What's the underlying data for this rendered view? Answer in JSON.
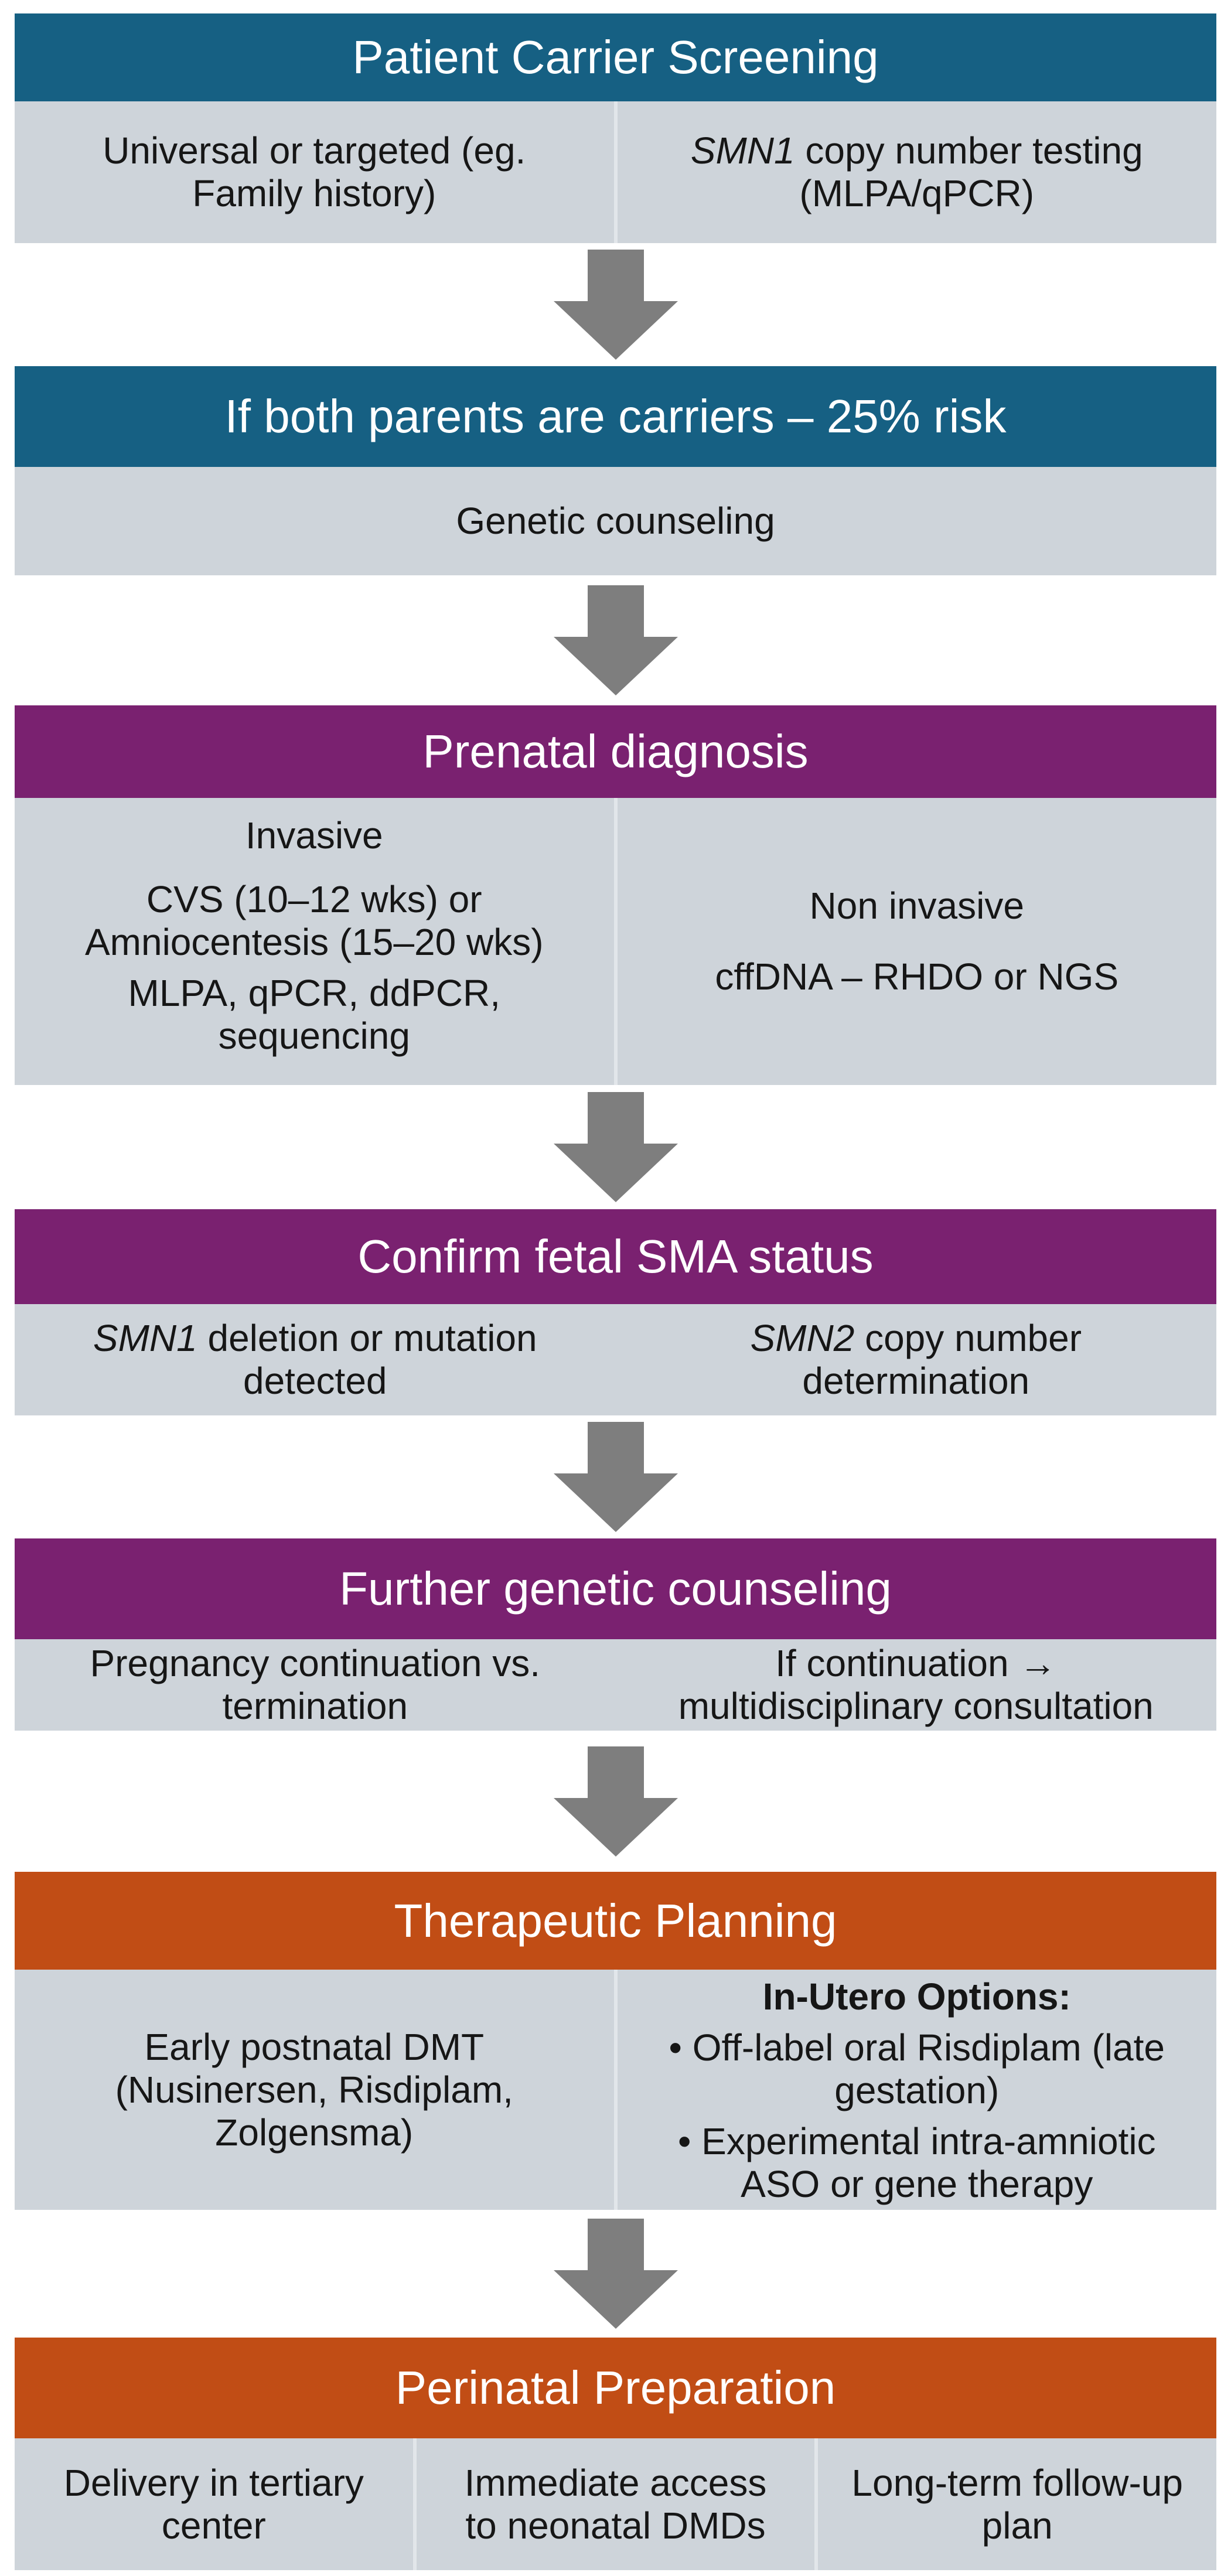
{
  "colors": {
    "teal_header": "#166083",
    "purple_header": "#7A2170",
    "orange_header": "#C14D15",
    "body_cell_bg": "#CED4DA",
    "arrow_gray": "#7E7E7E",
    "header_text": "#FFFFFF",
    "body_text": "#161616",
    "column_divider": "#E2E6EA",
    "page_bg": "#FFFFFF"
  },
  "stages": [
    {
      "name": "patient-carrier-screening",
      "title": "Patient Carrier Screening",
      "left_l1": "Universal or targeted (eg.",
      "left_l2": "Family history)",
      "right_gene": "SMN1",
      "right_l1": " copy number testing",
      "right_l2": "(MLPA/qPCR)"
    },
    {
      "name": "carrier-risk",
      "title": "If both parents are carriers – 25% risk",
      "body": "Genetic counseling"
    },
    {
      "name": "prenatal-diagnosis",
      "title": "Prenatal diagnosis",
      "left_p1": "Invasive",
      "left_p2_l1": "CVS (10–12 wks) or",
      "left_p2_l2": "Amniocentesis (15–20 wks)",
      "left_p3_l1": "MLPA, qPCR, ddPCR,",
      "left_p3_l2": "sequencing",
      "right_p1": "Non invasive",
      "right_p2": "cffDNA – RHDO or NGS"
    },
    {
      "name": "confirm-fetal-sma-status",
      "title": "Confirm fetal SMA status",
      "left_gene": "SMN1",
      "left_l1": " deletion or mutation",
      "left_l2": "detected",
      "right_gene": "SMN2",
      "right_l1": " copy number",
      "right_l2": "determination"
    },
    {
      "name": "further-genetic-counseling",
      "title": "Further genetic counseling",
      "left_l1": "Pregnancy continuation vs.",
      "left_l2": "termination",
      "right_l1": "If continuation →",
      "right_l2": "multidisciplinary consultation"
    },
    {
      "name": "therapeutic-planning",
      "title": "Therapeutic Planning",
      "left_l1": "Early postnatal DMT",
      "left_l2": "(Nusinersen, Risdiplam,",
      "left_l3": "Zolgensma)",
      "right_heading": "In-Utero Options:",
      "bullet1_l1": "• Off-label oral Risdiplam (late",
      "bullet1_l2": "gestation)",
      "bullet2_l1": "• Experimental intra-amniotic",
      "bullet2_l2": "ASO or gene therapy"
    },
    {
      "name": "perinatal-preparation",
      "title": "Perinatal Preparation",
      "col1_l1": "Delivery in tertiary",
      "col1_l2": "center",
      "col2_l1": "Immediate access",
      "col2_l2": "to neonatal DMDs",
      "col3_l1": "Long-term follow-up",
      "col3_l2": "plan"
    }
  ]
}
